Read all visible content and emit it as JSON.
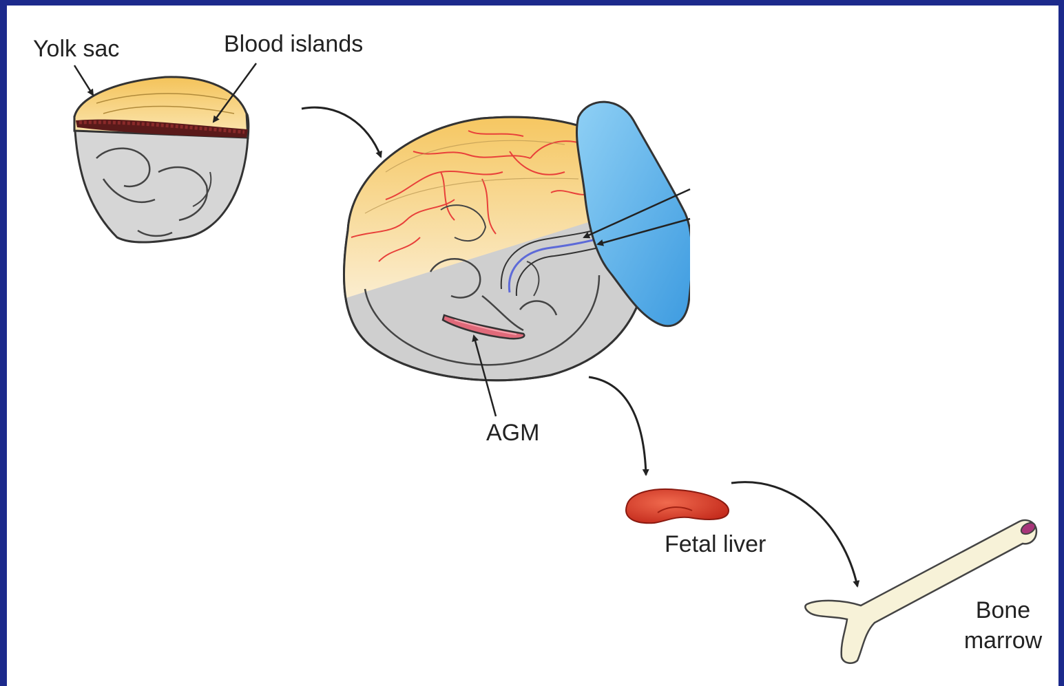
{
  "labels": {
    "yolk_sac": "Yolk sac",
    "blood_islands": "Blood islands",
    "agm": "AGM",
    "fetal_liver": "Fetal liver",
    "bone_marrow_line1": "Bone",
    "bone_marrow_line2": "marrow"
  },
  "colors": {
    "frame": "#1c2a8c",
    "yolk": "#f6c860",
    "embryo_gray": "#cfcfcf",
    "placenta_blue": "#5db3ea",
    "blood_island": "#5a1a1a",
    "vessel_red": "#e8403a",
    "liver_red": "#d83a22",
    "bone_cream": "#f7f2d8",
    "agm_pink": "#e06a7a"
  }
}
